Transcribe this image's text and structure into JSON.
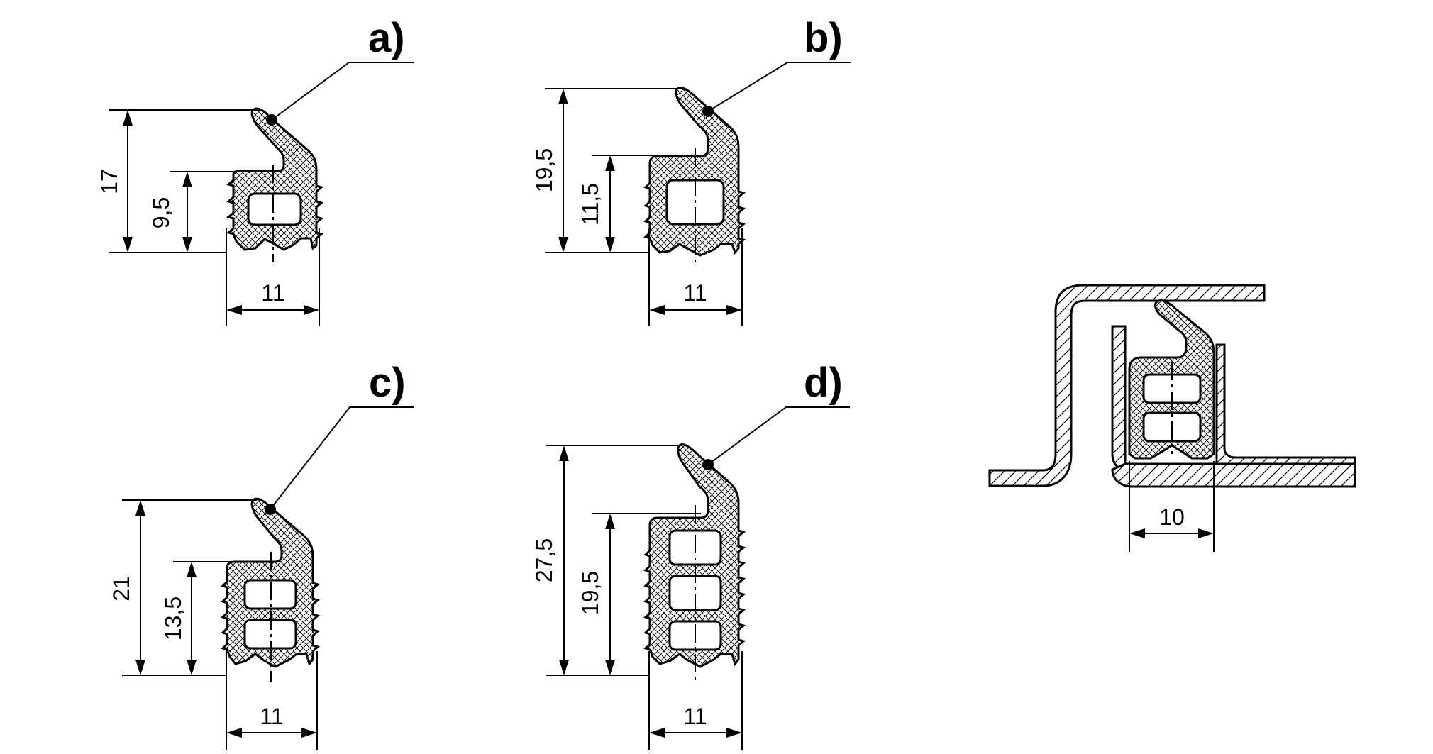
{
  "profiles": [
    {
      "id": "a",
      "label": "a)",
      "overall_height": "17",
      "base_height": "9,5",
      "width": "11"
    },
    {
      "id": "b",
      "label": "b)",
      "overall_height": "19,5",
      "base_height": "11,5",
      "width": "11"
    },
    {
      "id": "c",
      "label": "c)",
      "overall_height": "21",
      "base_height": "13,5",
      "width": "11"
    },
    {
      "id": "d",
      "label": "d)",
      "overall_height": "27,5",
      "base_height": "19,5",
      "width": "11"
    }
  ],
  "installation": {
    "gap_width": "10"
  }
}
